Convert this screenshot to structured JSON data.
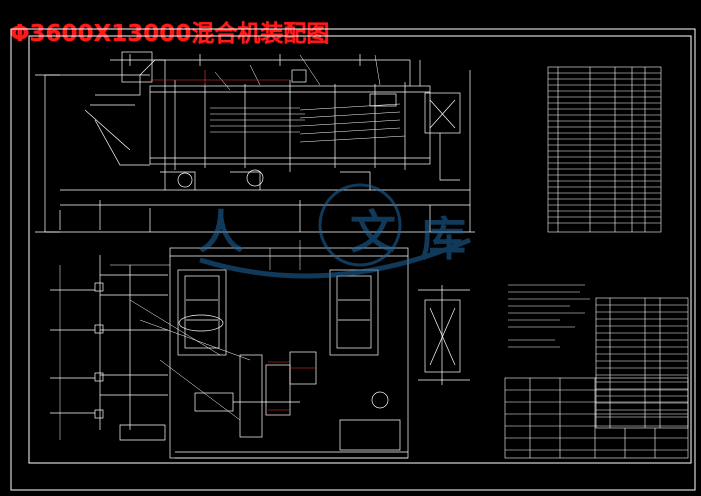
{
  "title": "Φ3600X13000混合机装配图",
  "colors": {
    "background": "#000000",
    "title": "#ff1a1a",
    "line": "#ffffff",
    "accent": "#ff3333",
    "watermark": "#1f6aa5"
  },
  "watermark": {
    "glyphs": [
      "人",
      "文",
      "库"
    ]
  }
}
